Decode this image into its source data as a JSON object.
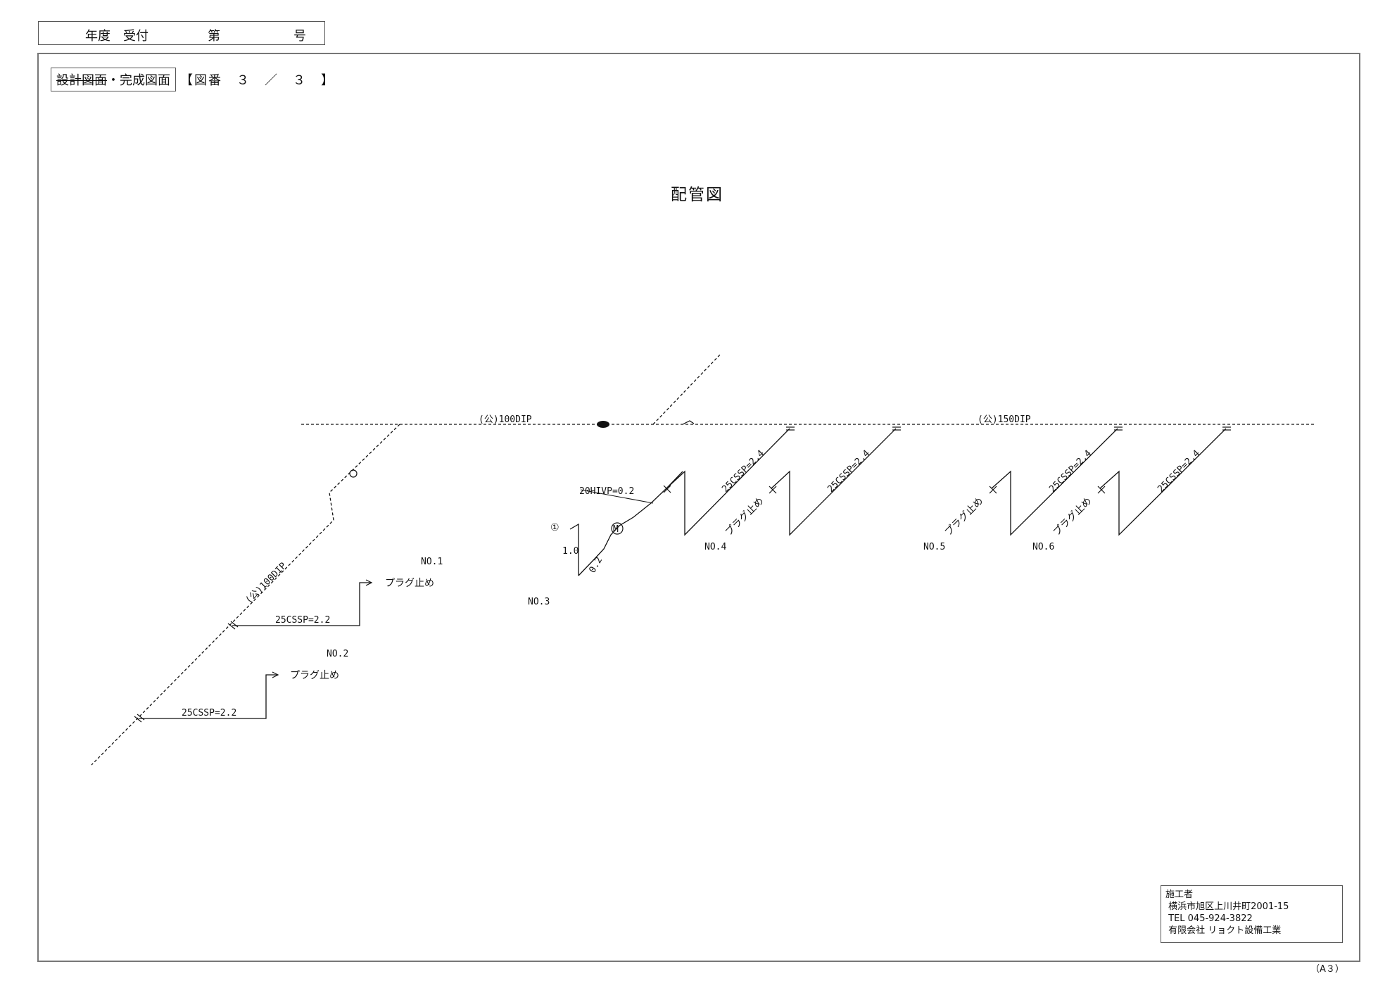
{
  "header": {
    "year": "年度",
    "reception": "受付",
    "number_prefix": "第",
    "number_suffix": "号"
  },
  "title_block": {
    "design_drawing": "設計図面",
    "separator": "・",
    "completion_drawing": "完成図面",
    "sheet_number": "【図番　３　／　３　】"
  },
  "main_title": "配管図",
  "labels": {
    "main_left": "(公)100DIP",
    "main_right": "(公)150DIP",
    "branch_main": "(公)100DIP",
    "no1": "NO.1",
    "no2": "NO.2",
    "no3": "NO.3",
    "no4": "NO.4",
    "no5": "NO.5",
    "no6": "NO.6",
    "pipe_no1": "25CSSP=2.2",
    "pipe_no2": "25CSSP=2.2",
    "pipe_no4a": "25CSSP=2.4",
    "pipe_no4b": "25CSSP=2.4",
    "pipe_no5": "25CSSP=2.4",
    "pipe_no6": "25CSSP=2.4",
    "plug_no1": "プラグ止め",
    "plug_no2": "プラグ止め",
    "plug_no4": "プラグ止め",
    "plug_no5": "プラグ止め",
    "plug_no6": "プラグ止め",
    "hivp": "20HIVP=0.2",
    "dim_1": "1.0",
    "dim_2": "0.2",
    "circle_one": "①",
    "meter": "M"
  },
  "contractor": {
    "heading": "施工者",
    "address": " 横浜市旭区上川井町2001-15",
    "tel": " TEL 045-924-3822",
    "company": " 有限会社 リョクト設備工業"
  },
  "paper_size": "（A３）"
}
